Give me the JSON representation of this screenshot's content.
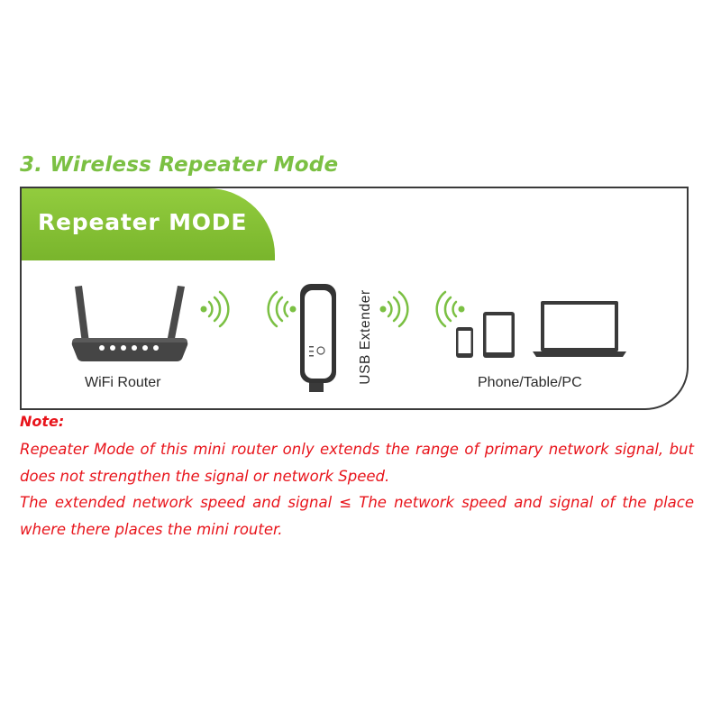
{
  "section_title": "3. Wireless Repeater Mode",
  "panel": {
    "mode_label": "Repeater MODE",
    "router_caption": "WiFi Router",
    "extender_caption": "USB Extender",
    "devices_caption": "Phone/Table/PC"
  },
  "note": {
    "heading": "Note:",
    "paragraph_1": "Repeater Mode of this mini router only extends the range of primary network signal, but does not strengthen the signal or network Speed.",
    "paragraph_2": "The extended network speed and signal ≤ The network speed and signal of the place where there places the mini router."
  },
  "colors": {
    "title_green": "#7bc043",
    "tab_green": "#86c13a",
    "note_red": "#e8141b",
    "signal_green": "#7bc043"
  },
  "icons": [
    "router-icon",
    "usb-extender-icon",
    "phone-icon",
    "tablet-icon",
    "laptop-icon",
    "wifi-signal-icon"
  ]
}
